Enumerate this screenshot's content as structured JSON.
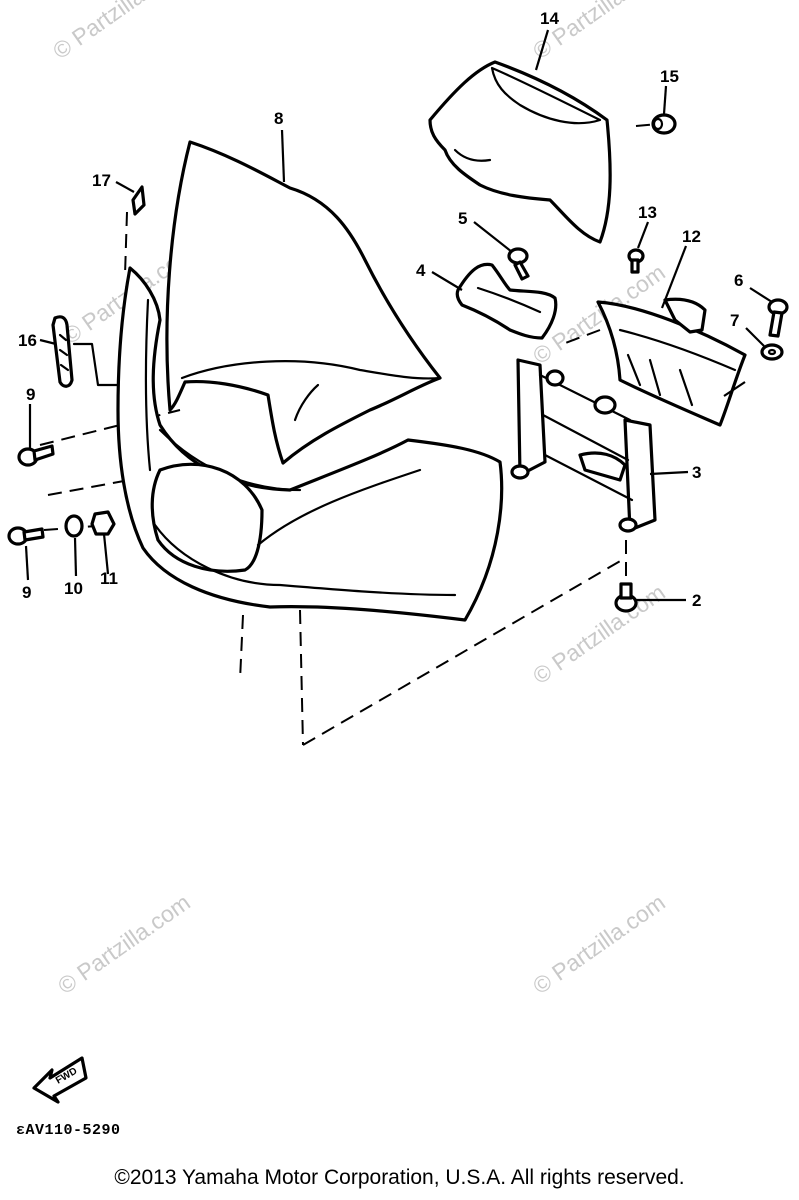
{
  "callouts": {
    "c1": "",
    "c2": "2",
    "c3": "3",
    "c4": "4",
    "c5": "5",
    "c6": "6",
    "c7": "7",
    "c8": "8",
    "c9a": "9",
    "c9b": "9",
    "c10": "10",
    "c11": "11",
    "c12": "12",
    "c13": "13",
    "c14": "14",
    "c15": "15",
    "c16": "16",
    "c17": "17"
  },
  "watermark": "© Partzilla.com",
  "fwd_label": "FWD",
  "diagram_code": "εAV110-5290",
  "copyright": "©2013  Yamaha Motor Corporation, U.S.A. All rights reserved."
}
